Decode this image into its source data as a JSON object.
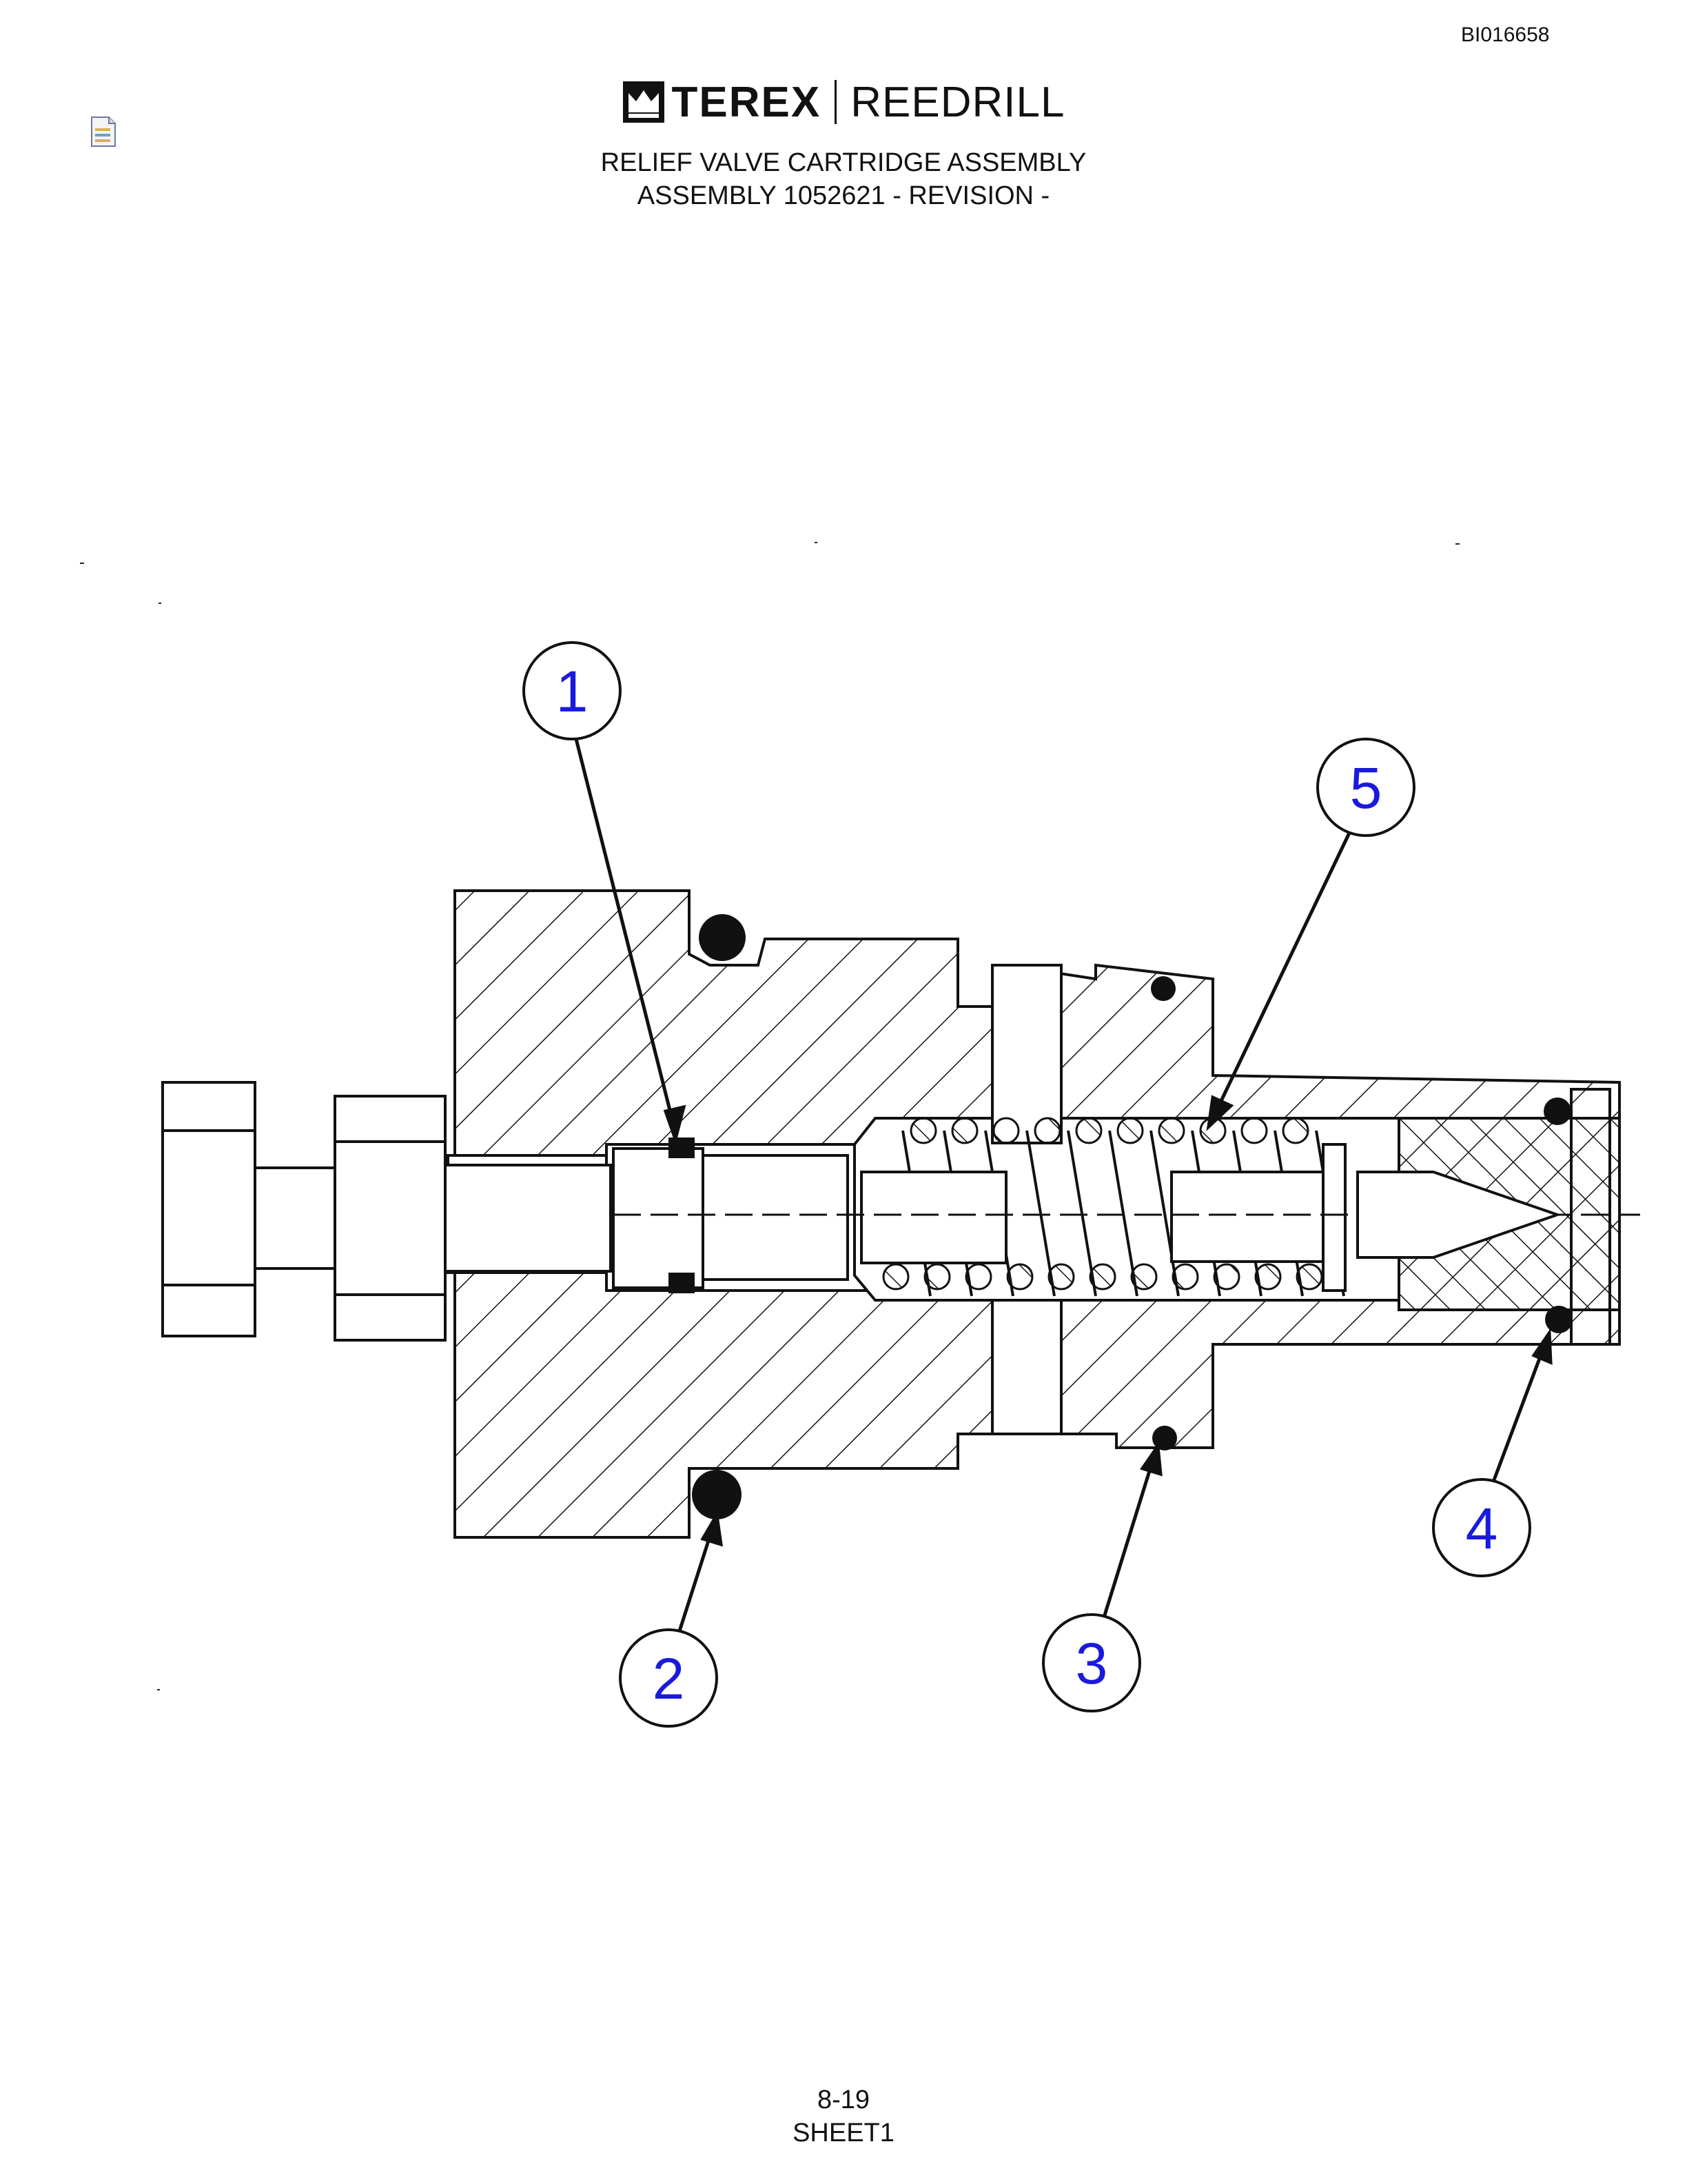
{
  "header": {
    "doc_id": "BI016658",
    "brand_name": "TEREX",
    "brand_sub": "REEDRILL",
    "title_line1": "RELIEF VALVE CARTRIDGE ASSEMBLY",
    "title_line2": "ASSEMBLY 1052621 - REVISION -"
  },
  "diagram": {
    "callouts": [
      {
        "label": "1"
      },
      {
        "label": "2"
      },
      {
        "label": "3"
      },
      {
        "label": "4"
      },
      {
        "label": "5"
      }
    ]
  },
  "footer": {
    "page": "8-19",
    "sheet": "SHEET1"
  },
  "colors": {
    "callout_text": "#1a1adc",
    "line": "#111111"
  }
}
